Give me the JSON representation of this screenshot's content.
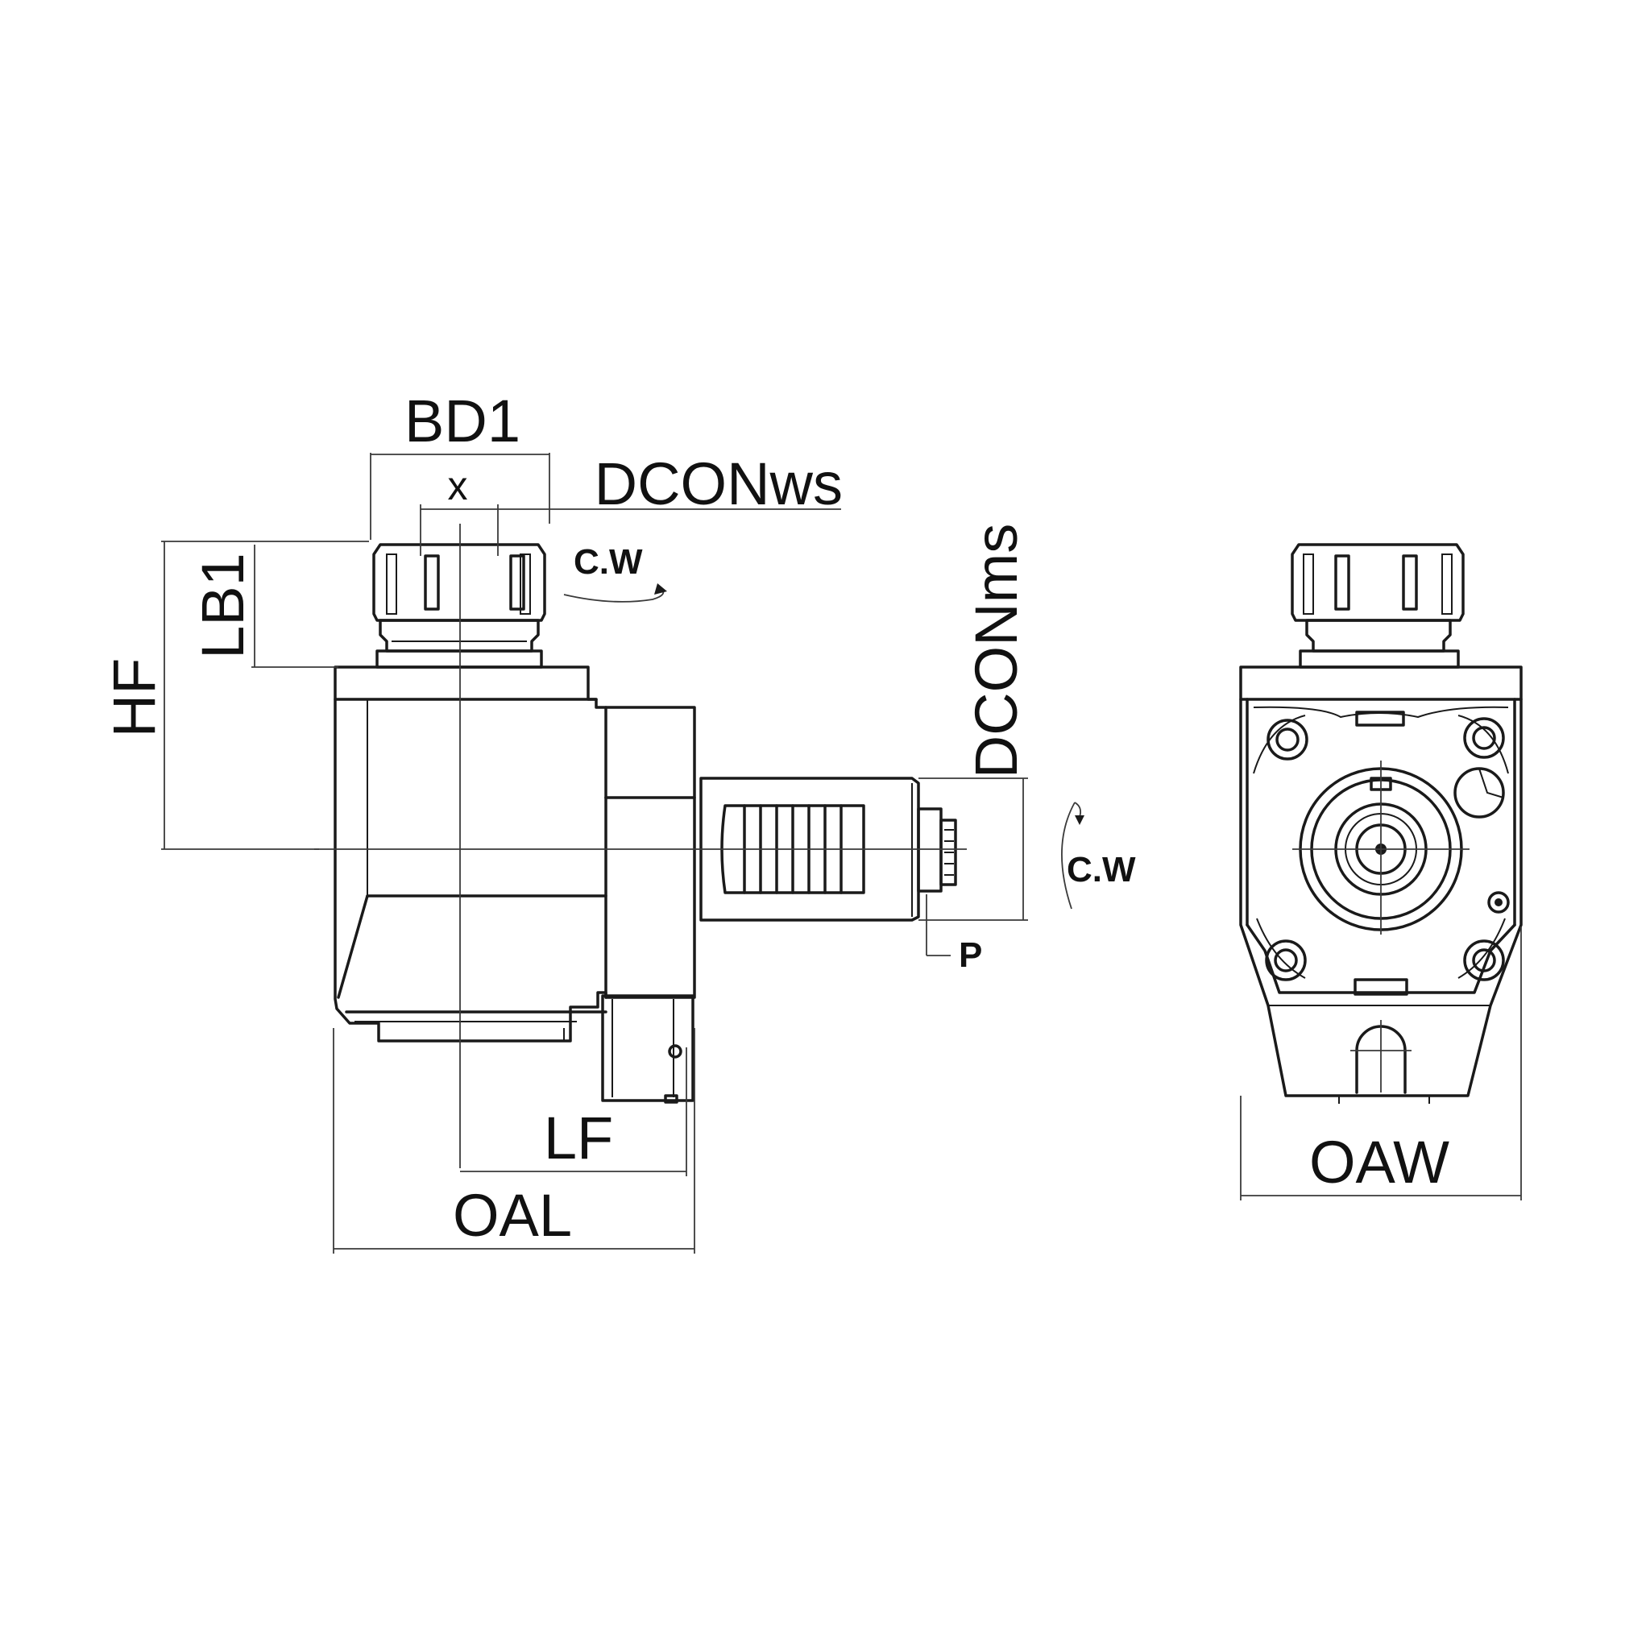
{
  "labels": {
    "bd1": "BD1",
    "x": "x",
    "dcon_ws": "DCONws",
    "dcon_ms": "DCONms",
    "cw_top": "C.W",
    "cw_side": "C.W",
    "lb1": "LB1",
    "hf": "HF",
    "p": "P",
    "lf": "LF",
    "oal": "OAL",
    "oaw": "OAW"
  },
  "colors": {
    "line": "#1a1a1a",
    "background": "#ffffff"
  }
}
